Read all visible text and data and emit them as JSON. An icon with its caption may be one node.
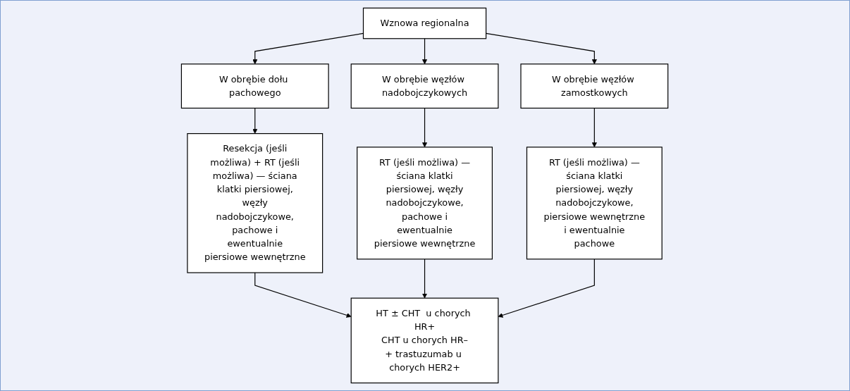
{
  "diagram": {
    "nodes": [
      {
        "text": [
          "Wznowa regionalna"
        ]
      },
      {
        "text": [
          "W obrębie dołu pachowego"
        ]
      },
      {
        "text": [
          "W obrębie węzłów nadobojczykowych"
        ]
      },
      {
        "text": [
          "W obrębie węzłów zamostkowych"
        ]
      },
      {
        "text": [
          "Resekcja (jeśli możliwa) + RT (jeśli możliwa) — ściana klatki piersiowej, węzły nadobojczykowe, pachowe i ewentualnie piersiowe wewnętrzne"
        ]
      },
      {
        "text": [
          "RT (jeśli możliwa) — ściana klatki piersiowej, węzły nadobojczykowe, pachowe i ewentualnie piersiowe wewnętrzne"
        ]
      },
      {
        "text": [
          "RT (jeśli możliwa) — ściana klatki piersiowej, węzły nadobojczykowe, piersiowe wewnętrzne i ewentualnie pachowe"
        ]
      },
      {
        "text": [
          "HT ± CHT  u chorych HR+",
          "CHT u chorych HR–",
          "+ trastuzumab u chorych HER2+"
        ]
      }
    ],
    "edges": [
      {
        "from": 0,
        "to": 1,
        "arrow": "to"
      },
      {
        "from": 0,
        "to": 2,
        "arrow": "to"
      },
      {
        "from": 0,
        "to": 3,
        "arrow": "to"
      },
      {
        "from": 1,
        "to": 4,
        "arrow": "to"
      },
      {
        "from": 2,
        "to": 5,
        "arrow": "to"
      },
      {
        "from": 3,
        "to": 6,
        "arrow": "to"
      },
      {
        "from": 4,
        "to": 7,
        "arrow": "to"
      },
      {
        "from": 5,
        "to": 7,
        "arrow": "to"
      },
      {
        "from": 6,
        "to": 7,
        "arrow": "to"
      }
    ]
  }
}
